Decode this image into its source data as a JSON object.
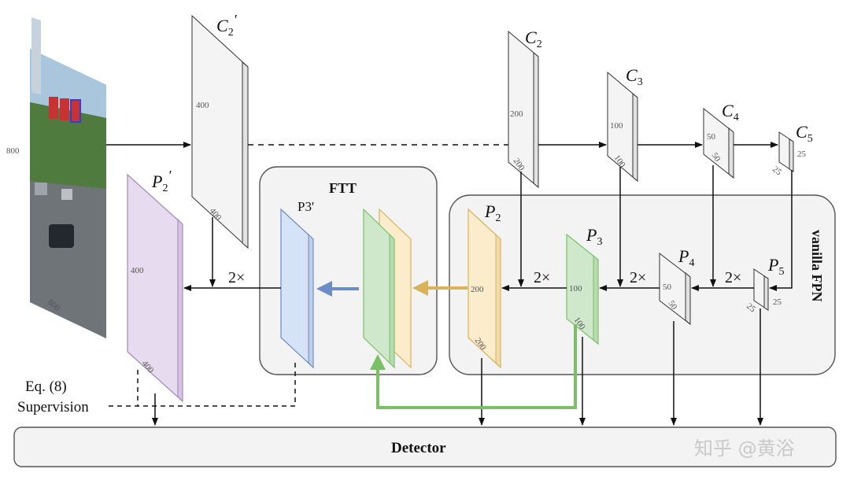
{
  "colors": {
    "feature_gray": "#f4f4f4",
    "p2_yellow": "#fbeccb",
    "p3_green": "#cfe8cb",
    "p3prime_blue": "#d6e3f6",
    "p2prime_purple": "#e7dcef",
    "arrow_blue": "#6b8cc6",
    "arrow_gold": "#d9b35a",
    "arrow_green": "#7bc067",
    "panel_fill": "#f3f3f3"
  },
  "input_image": {
    "height_label": "800",
    "width_label": "800"
  },
  "backbone": {
    "c2_prime": {
      "name": "C",
      "sub": "2",
      "prime": "′",
      "dim_a": "400",
      "dim_b": "400"
    },
    "c2": {
      "name": "C",
      "sub": "2",
      "dim_a": "200",
      "dim_b": "200"
    },
    "c3": {
      "name": "C",
      "sub": "3",
      "dim_a": "100",
      "dim_b": "100"
    },
    "c4": {
      "name": "C",
      "sub": "4",
      "dim_a": "50",
      "dim_b": "50"
    },
    "c5": {
      "name": "C",
      "sub": "5",
      "dim_a": "25",
      "dim_b": "25"
    }
  },
  "fpn": {
    "title": "vanilla FPN",
    "p2": {
      "name": "P",
      "sub": "2",
      "dim_a": "200",
      "dim_b": "200"
    },
    "p3": {
      "name": "P",
      "sub": "3",
      "dim_a": "100",
      "dim_b": "100"
    },
    "p4": {
      "name": "P",
      "sub": "4",
      "dim_a": "50",
      "dim_b": "50"
    },
    "p5": {
      "name": "P",
      "sub": "5",
      "dim_a": "25",
      "dim_b": "25"
    },
    "up_label": "2×"
  },
  "ftt": {
    "title": "FTT",
    "p3_prime_label": "P3'"
  },
  "output": {
    "p2_prime": {
      "name": "P",
      "sub": "2",
      "prime": "′",
      "dim_a": "400",
      "dim_b": "400"
    },
    "up_label": "2×"
  },
  "supervision": {
    "eq_label": "Eq. (8)",
    "label": "Supervision"
  },
  "detector": {
    "label": "Detector"
  },
  "watermark": "知乎 @黄浴"
}
